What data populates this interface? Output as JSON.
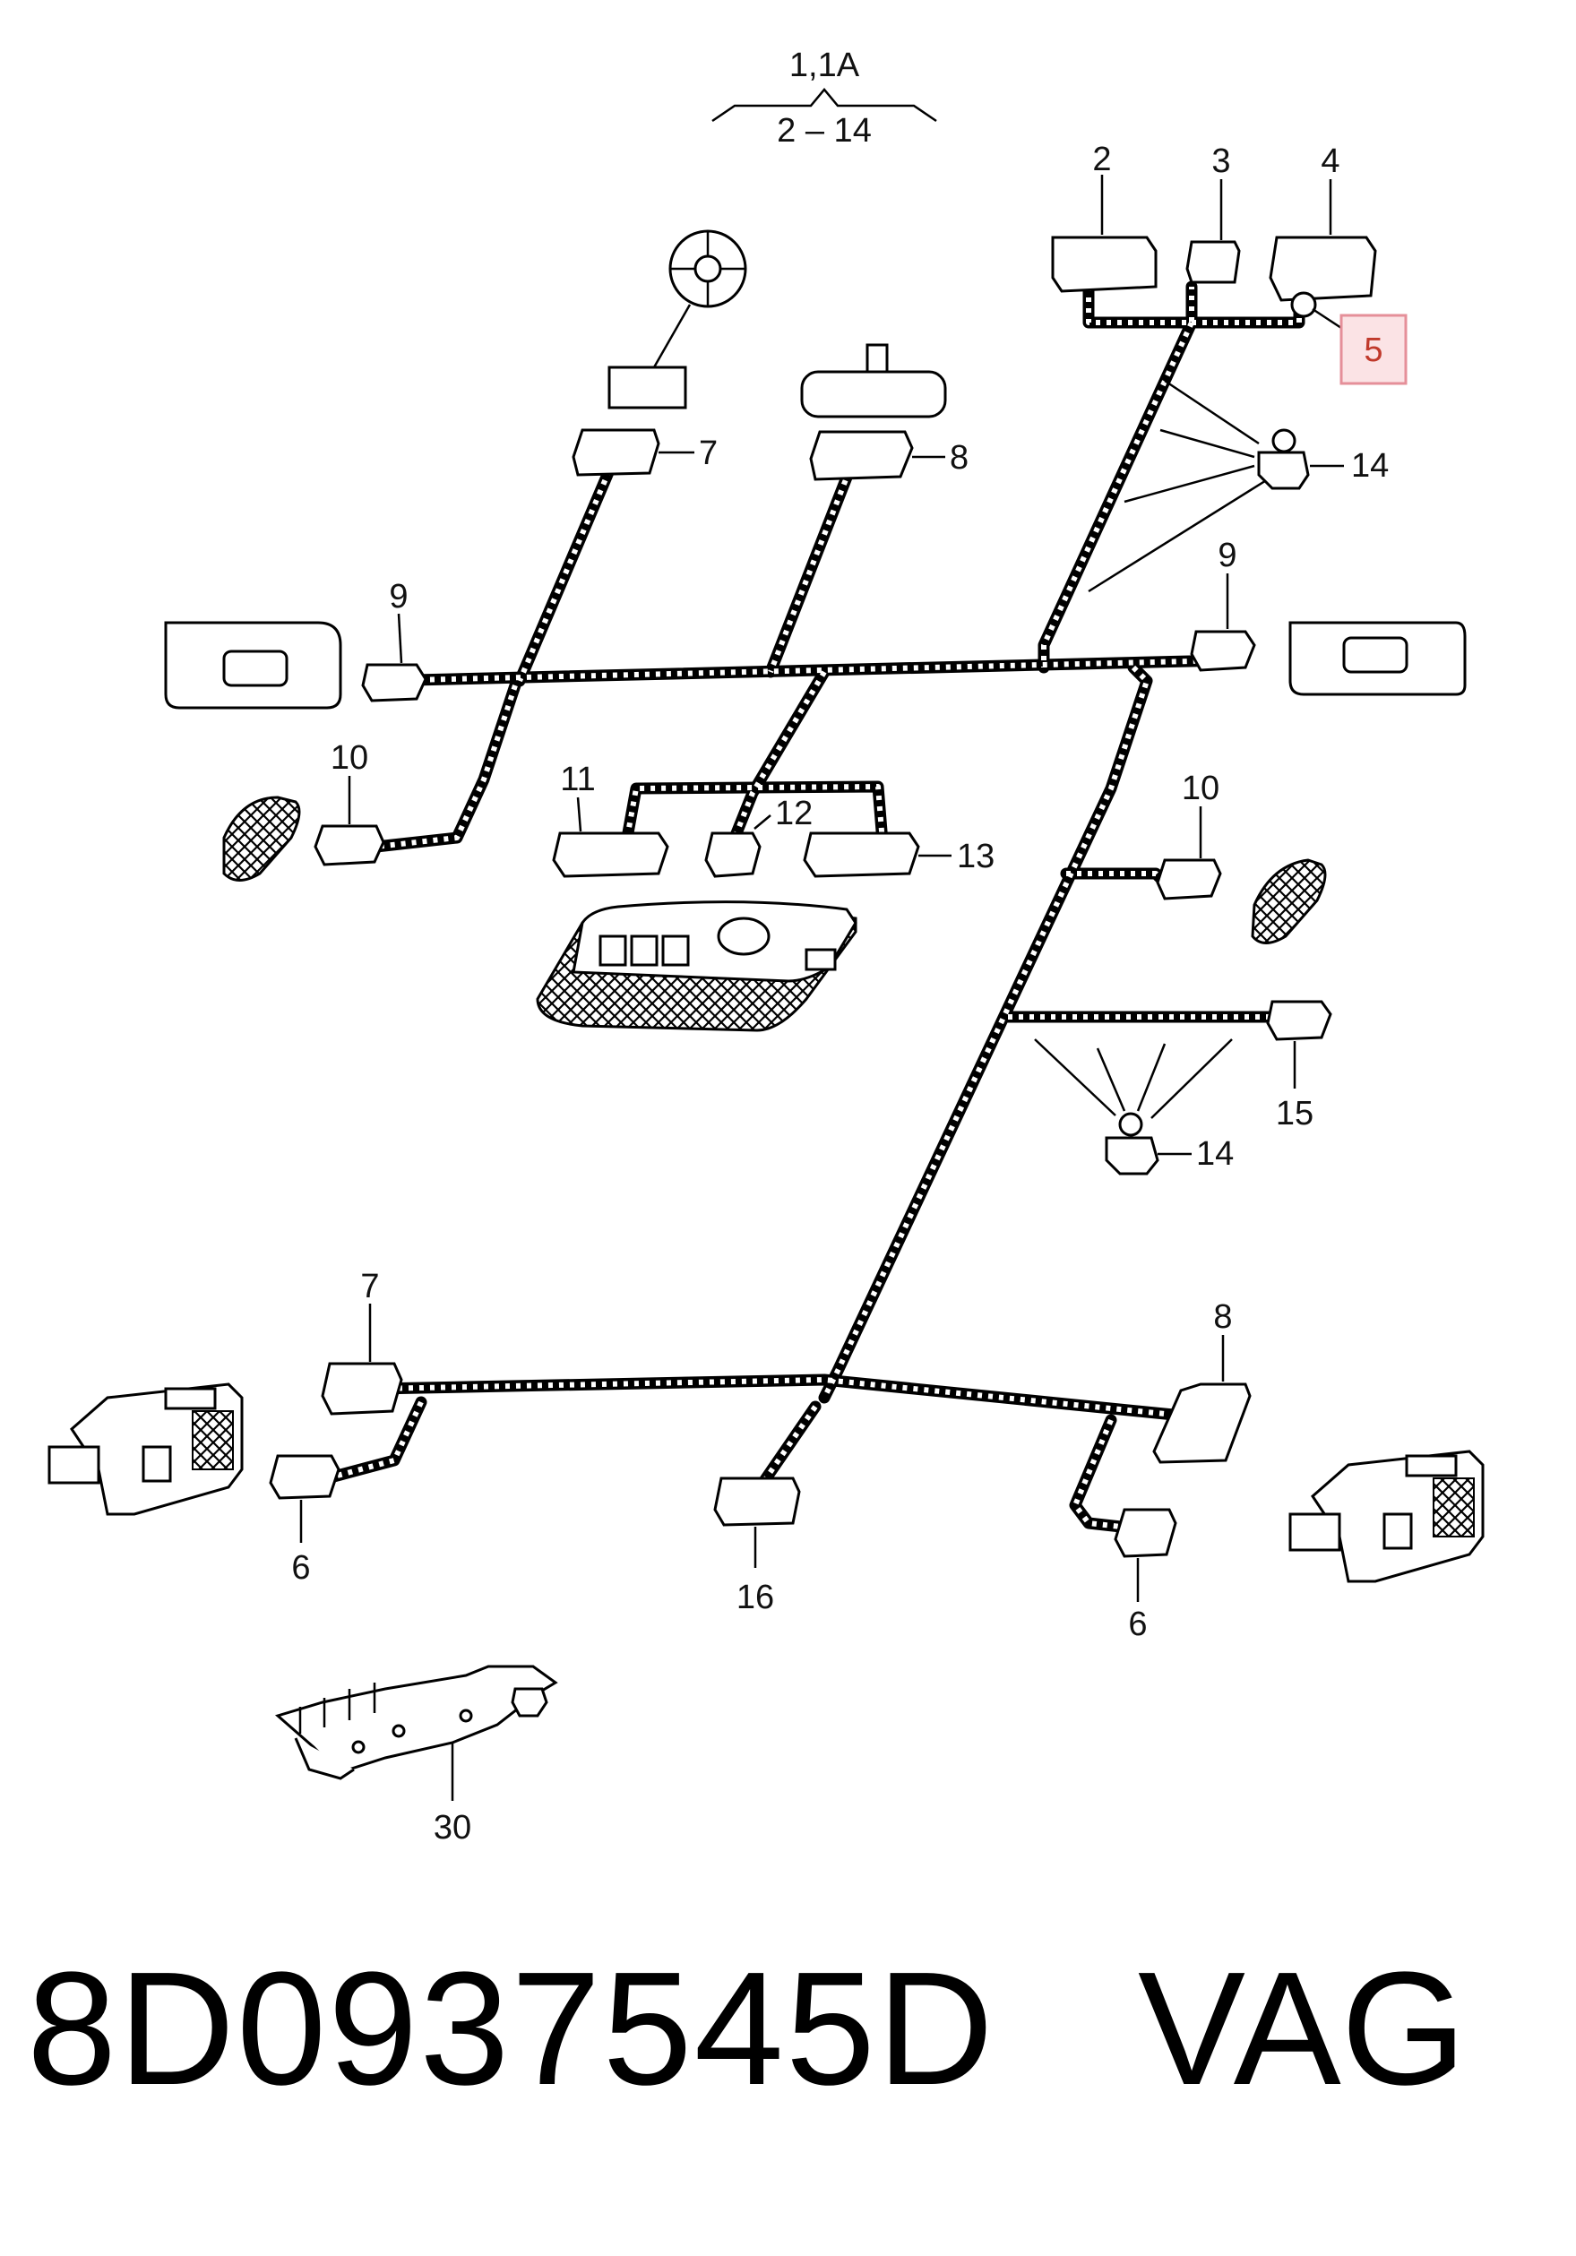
{
  "header": {
    "top_label": "1,1A",
    "range_label": "2 – 14"
  },
  "callouts": {
    "c2": "2",
    "c3": "3",
    "c4": "4",
    "c5": "5",
    "c6a": "6",
    "c6b": "6",
    "c7a": "7",
    "c7b": "7",
    "c8a": "8",
    "c8b": "8",
    "c9a": "9",
    "c9b": "9",
    "c10a": "10",
    "c10b": "10",
    "c11": "11",
    "c12": "12",
    "c13": "13",
    "c14a": "14",
    "c14b": "14",
    "c15": "15",
    "c16": "16",
    "c30": "30"
  },
  "highlight_color": "#f4c7cc",
  "footer": {
    "part_number": "8D0937545D",
    "brand": "VAG"
  }
}
